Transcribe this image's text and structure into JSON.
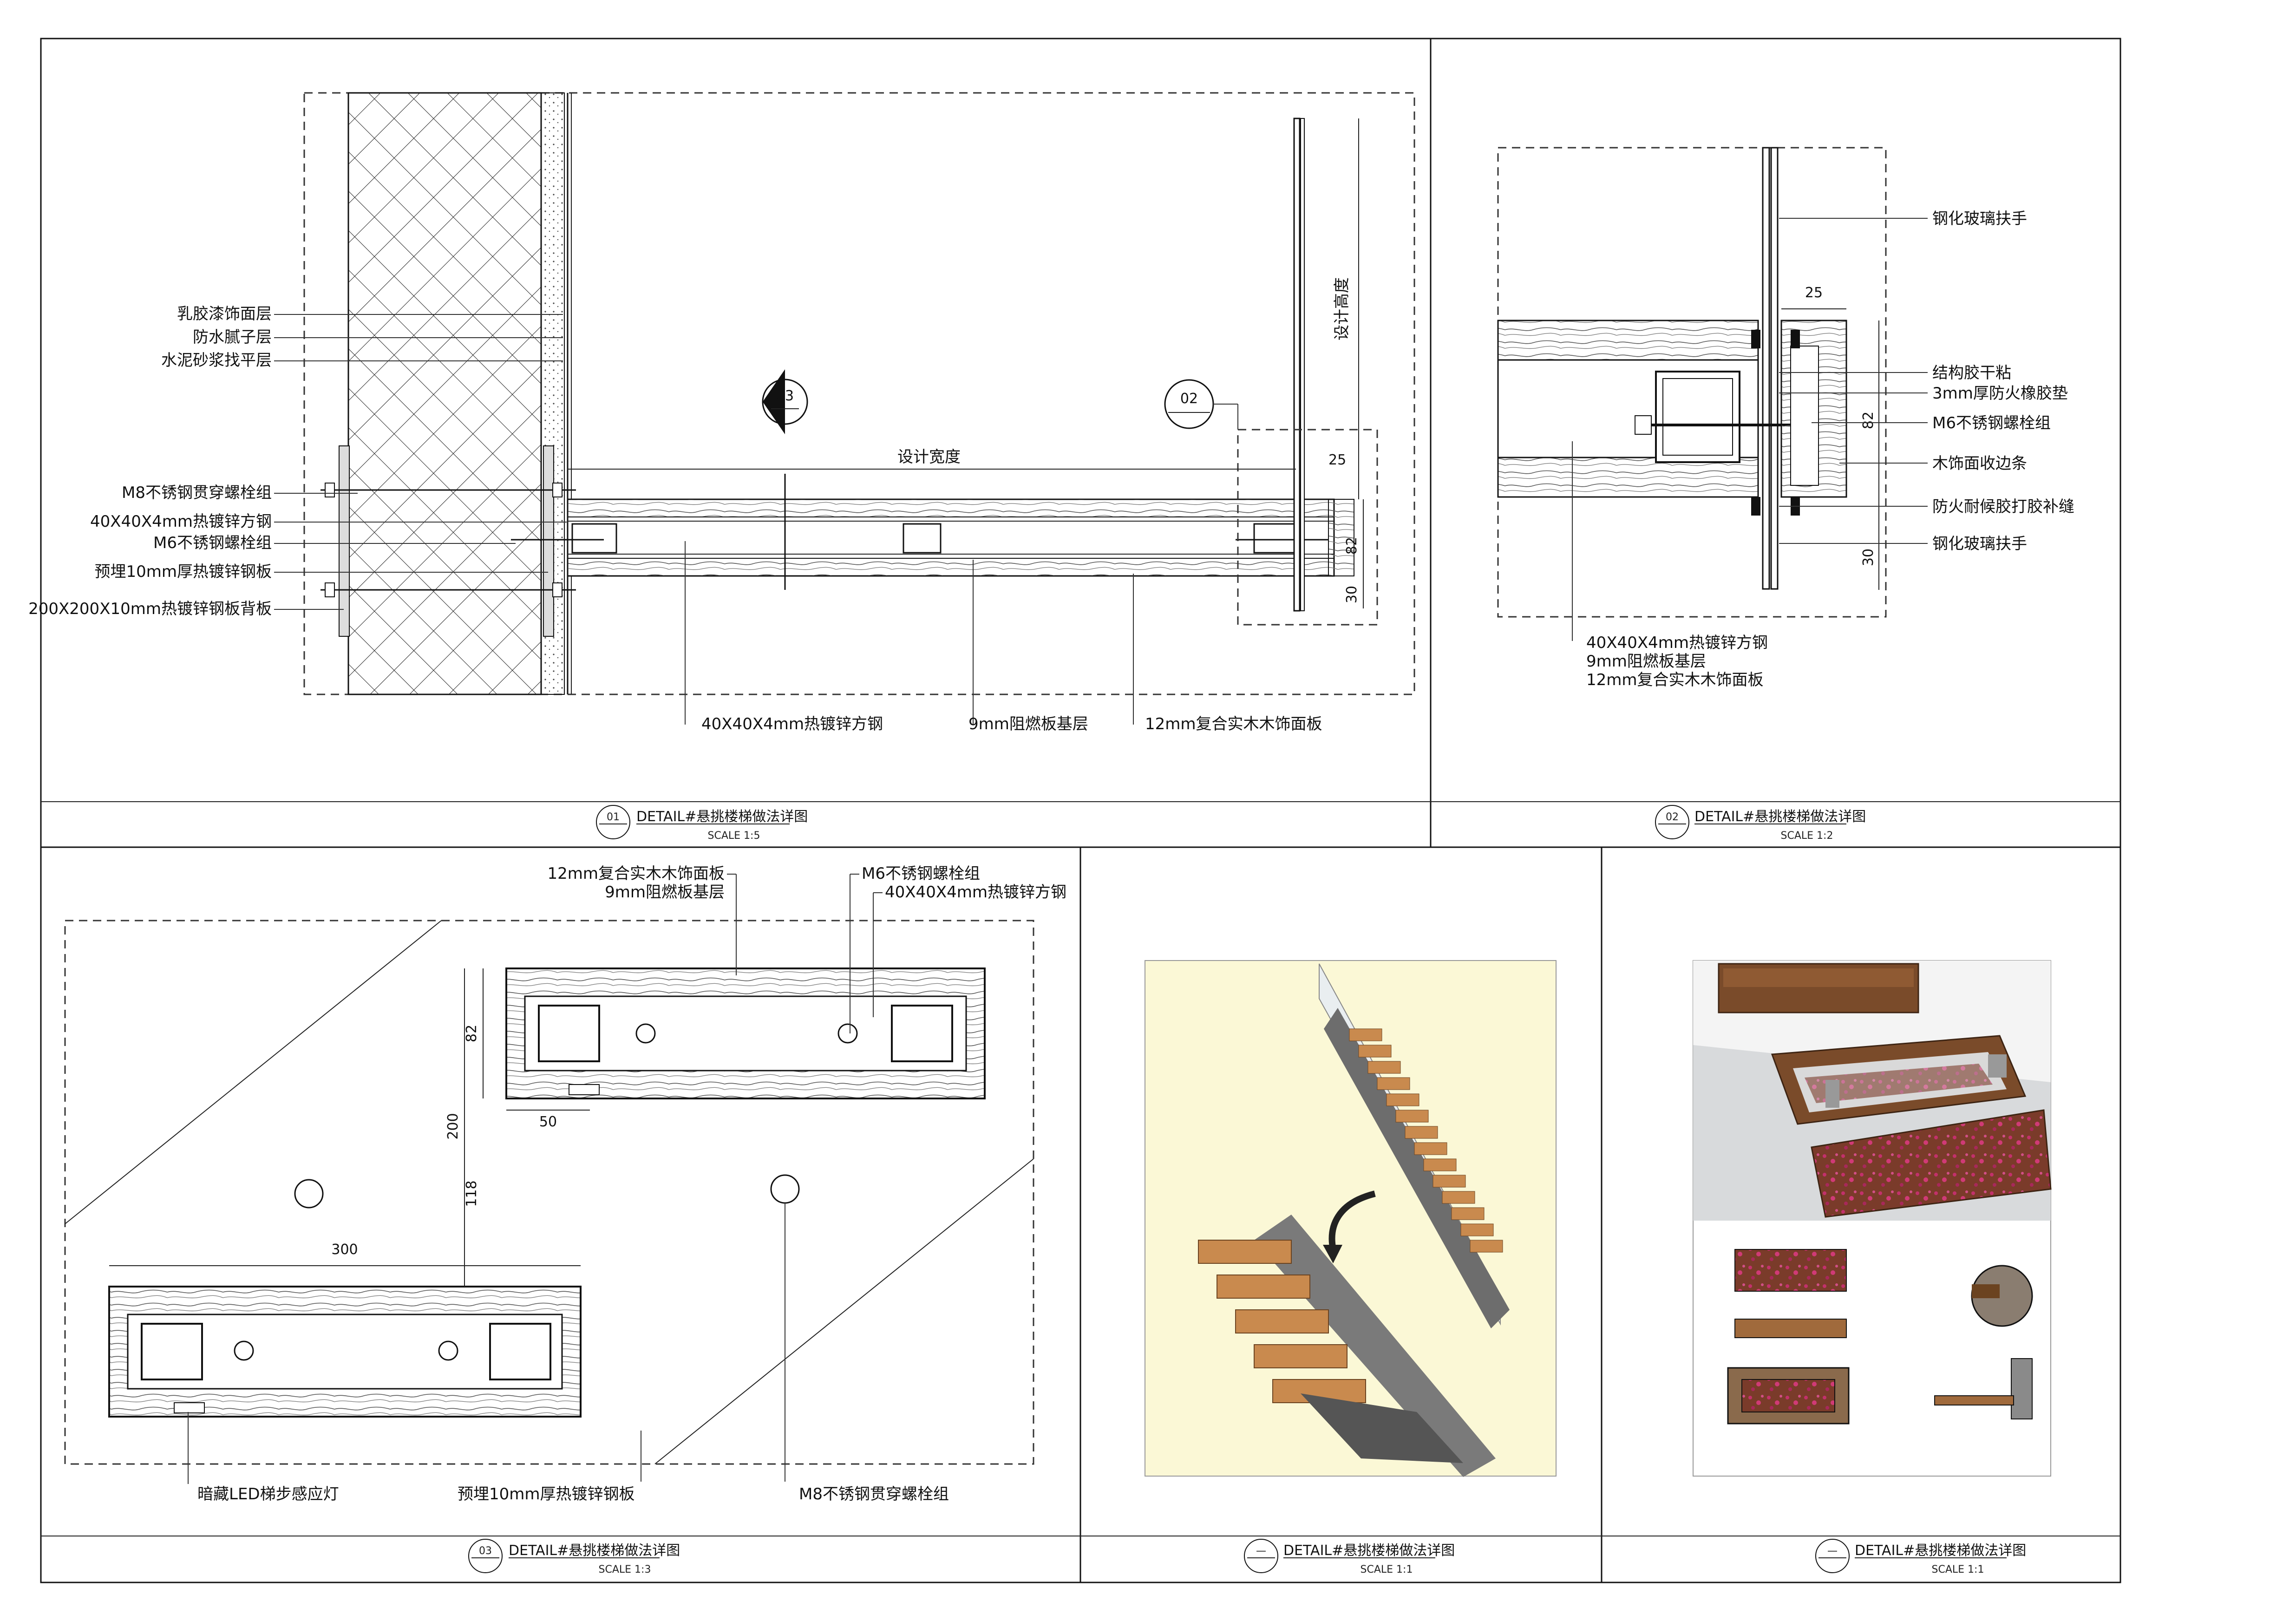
{
  "panels": {
    "p01": {
      "num": "01",
      "title": "DETAIL#悬挑楼梯做法详图",
      "scale": "SCALE 1:5",
      "labels_left": [
        "乳胶漆饰面层",
        "防水腻子层",
        "水泥砂浆找平层",
        "M8不锈钢贯穿螺栓组",
        "40X40X4mm热镀锌方钢",
        "M6不锈钢螺栓组",
        "预埋10mm厚热镀锌钢板",
        "200X200X10mm热镀锌钢板背板"
      ],
      "labels_bottom": [
        "40X40X4mm热镀锌方钢",
        "9mm阻燃板基层",
        "12mm复合实木木饰面板"
      ],
      "design_width": "设计宽度",
      "design_height": "设计高度",
      "callout_03": "03",
      "callout_02": "02",
      "dims": [
        "25",
        "82",
        "30"
      ]
    },
    "p02": {
      "num": "02",
      "title": "DETAIL#悬挑楼梯做法详图",
      "scale": "SCALE 1:2",
      "labels_right": [
        "钢化玻璃扶手",
        "结构胶干粘",
        "3mm厚防火橡胶垫",
        "M6不锈钢螺栓组",
        "木饰面收边条",
        "防火耐候胶打胶补缝",
        "钢化玻璃扶手"
      ],
      "labels_bottom": [
        "40X40X4mm热镀锌方钢",
        "9mm阻燃板基层",
        "12mm复合实木木饰面板"
      ],
      "dims": [
        "25",
        "82",
        "30"
      ]
    },
    "p03": {
      "num": "03",
      "title": "DETAIL#悬挑楼梯做法详图",
      "scale": "SCALE 1:3",
      "labels_top": [
        "12mm复合实木木饰面板",
        "9mm阻燃板基层",
        "M6不锈钢螺栓组",
        "40X40X4mm热镀锌方钢"
      ],
      "labels_bottom": [
        "暗藏LED梯步感应灯",
        "预埋10mm厚热镀锌钢板",
        "M8不锈钢贯穿螺栓组"
      ],
      "dims": [
        "82",
        "200",
        "118",
        "50",
        "300"
      ]
    },
    "p04": {
      "num": "—",
      "title": "DETAIL#悬挑楼梯做法详图",
      "scale": "SCALE 1:1"
    },
    "p05": {
      "num": "—",
      "title": "DETAIL#悬挑楼梯做法详图",
      "scale": "SCALE 1:1"
    }
  },
  "colors": {
    "line": "#111111",
    "wood": "#c98a4e",
    "sheet_bg": "#ffffff",
    "render_bg": "#fbf8d6",
    "carpet": "#b3265e"
  }
}
